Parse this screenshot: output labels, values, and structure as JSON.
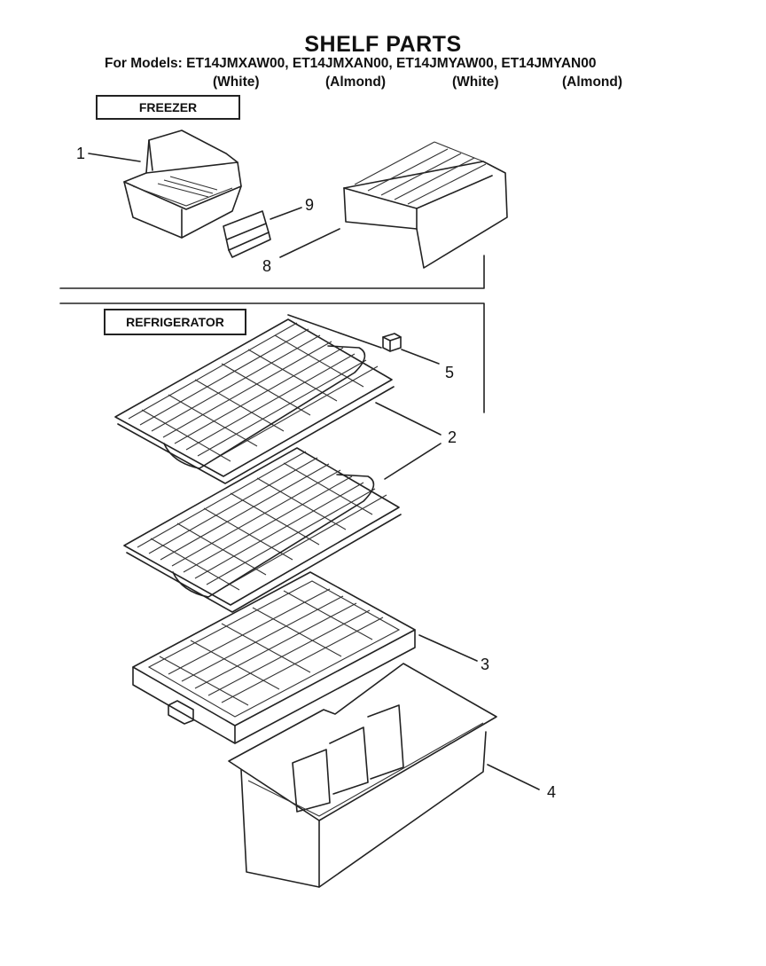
{
  "header": {
    "title": "SHELF PARTS",
    "models_line": "For Models: ET14JMXAW00, ET14JMXAN00, ET14JMYAW00, ET14JMYAN00",
    "colors": [
      "(White)",
      "(Almond)",
      "(White)",
      "(Almond)"
    ]
  },
  "sections": {
    "freezer": "FREEZER",
    "refrigerator": "REFRIGERATOR"
  },
  "callouts": [
    "1",
    "9",
    "8",
    "5",
    "2",
    "3",
    "4"
  ]
}
